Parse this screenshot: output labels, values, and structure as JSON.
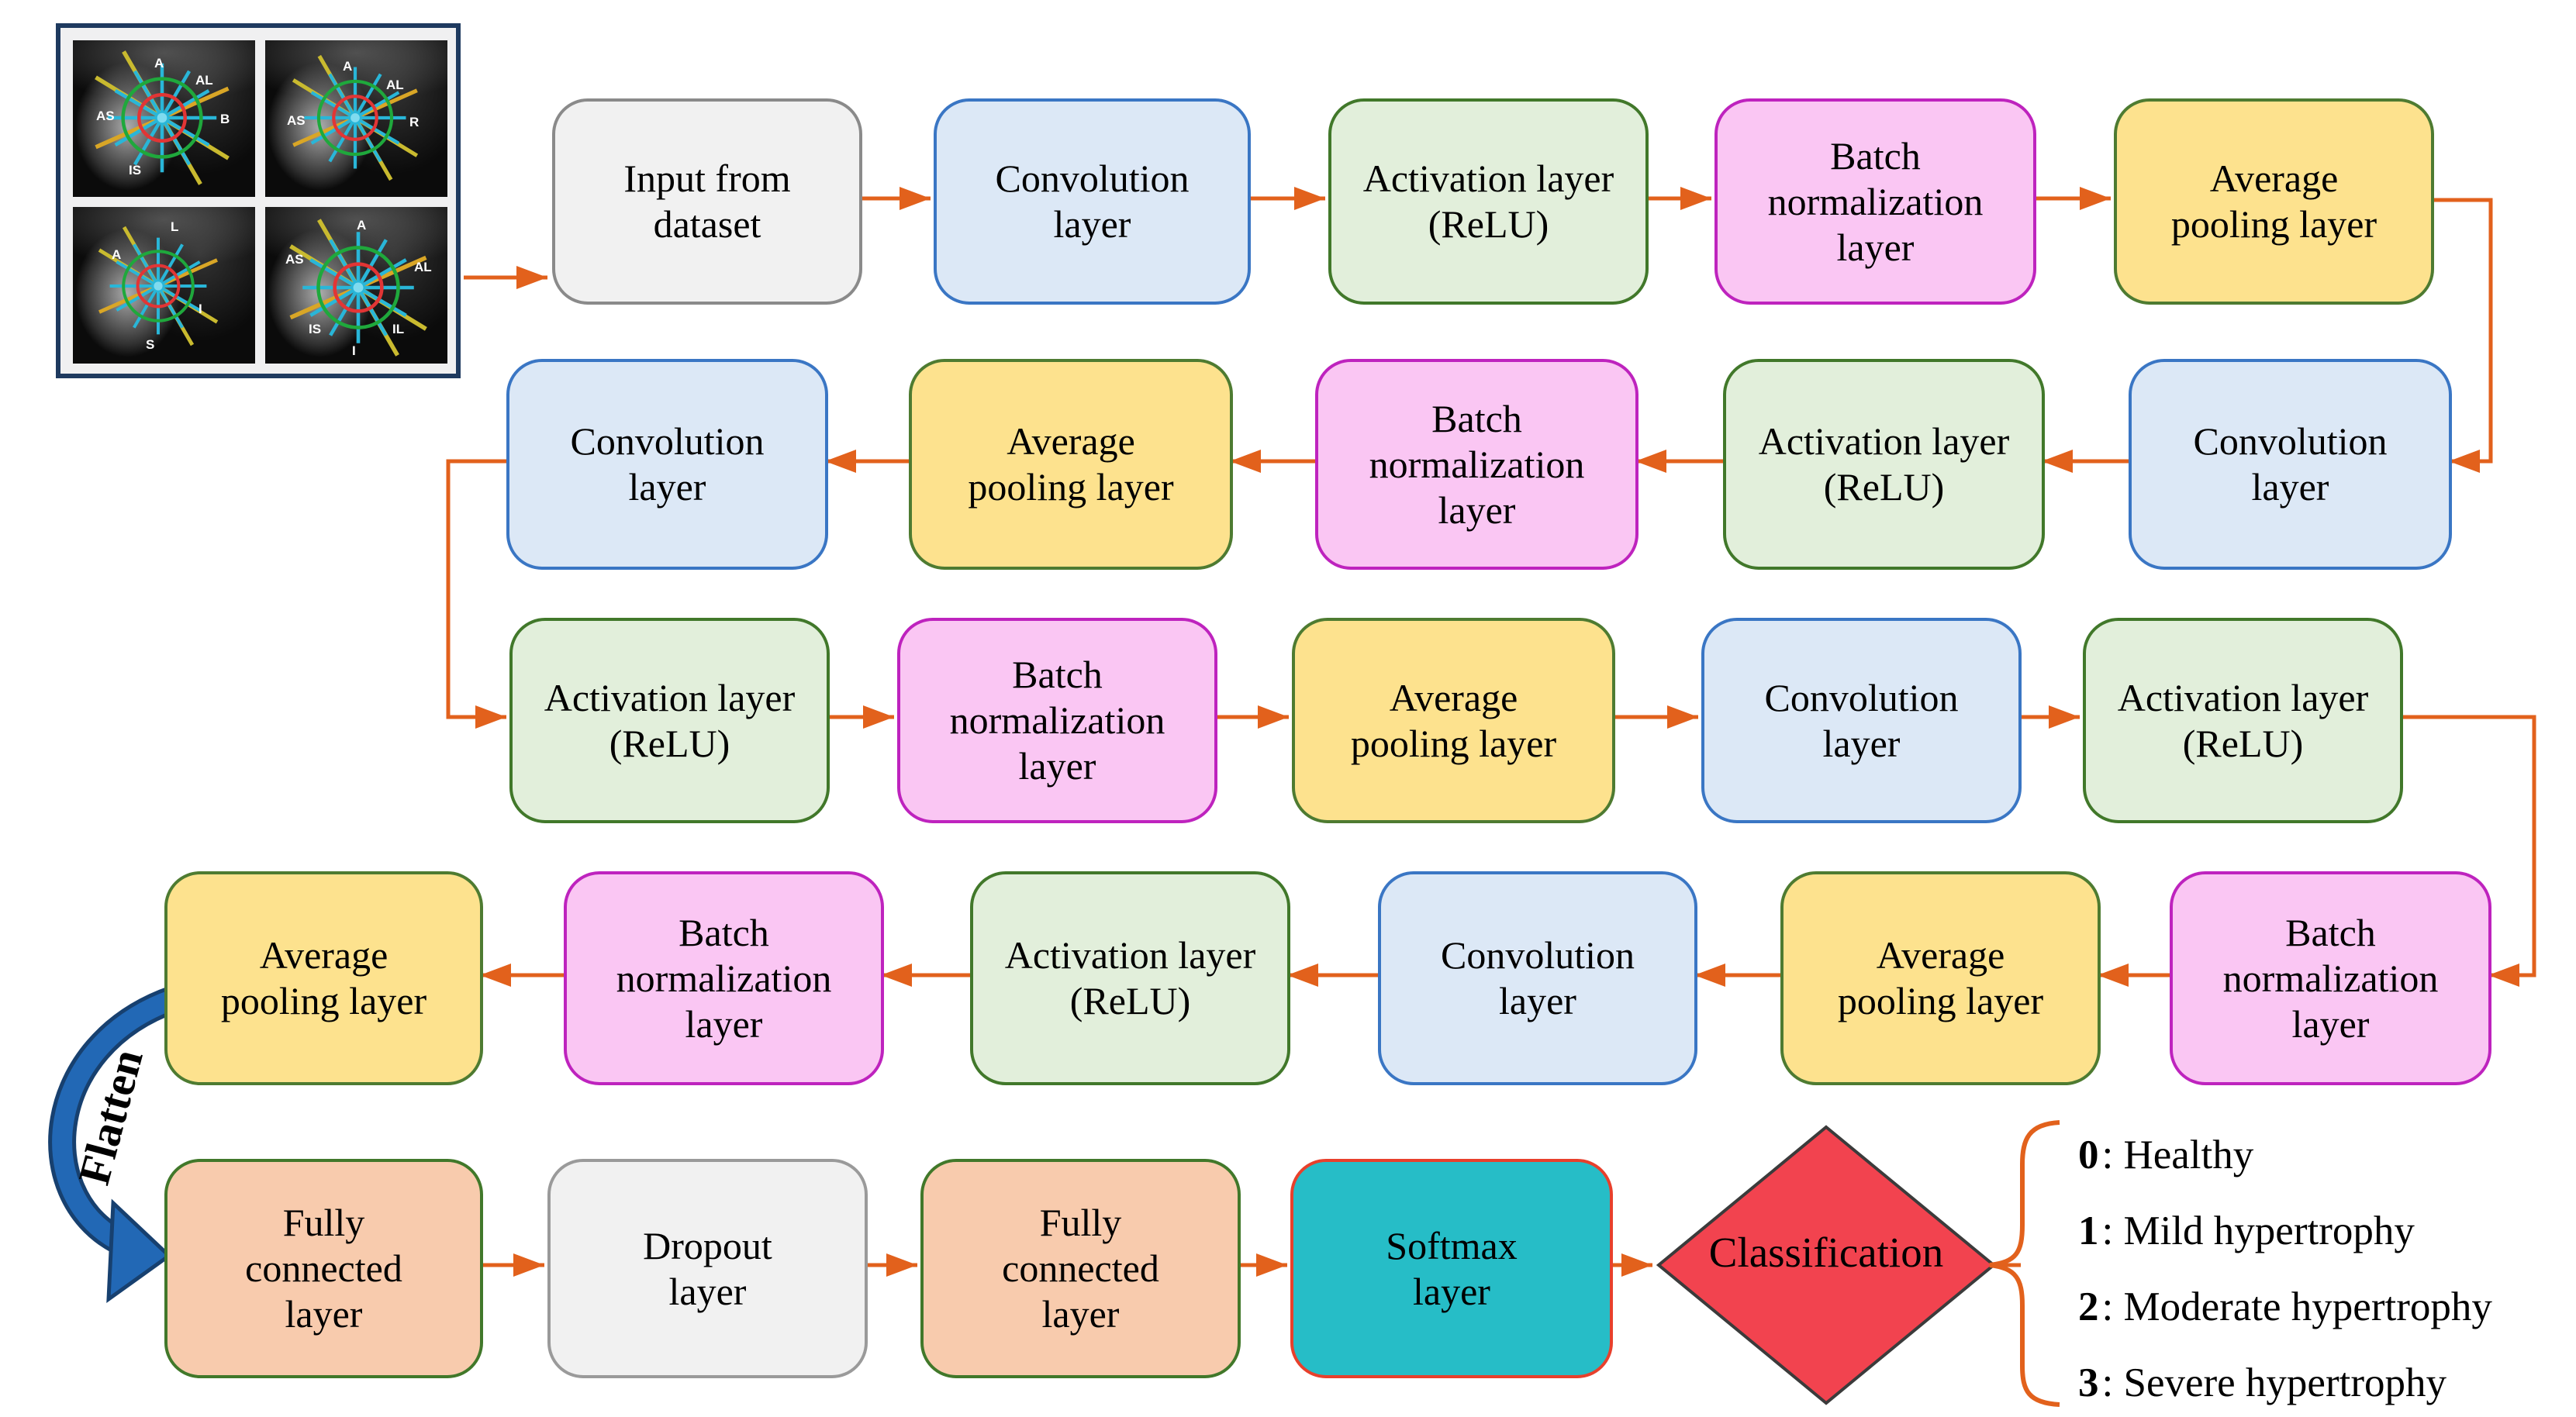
{
  "palette": {
    "arrow_orange": "#E2611C",
    "flatten_blue": "#2268B5",
    "flatten_outline": "#17406F",
    "input_grey_fill": "#F1F1F1",
    "conv_blue_fill": "#DCE8F6",
    "conv_blue_border": "#3A76C4",
    "act_green_fill": "#E2EFDB",
    "act_green_border": "#41782A",
    "bn_pink_fill": "#FAC6F3",
    "bn_pink_border": "#BE23BE",
    "pool_yellow_fill": "#FDE28E",
    "pool_yellow_border": "#4E7B31",
    "fc_peach_fill": "#F8CBAD",
    "softmax_teal_fill": "#26BDC7",
    "softmax_border_red": "#E8402C",
    "diamond_red_fill": "#F2434F",
    "mri_frame_border": "#1E3A5F"
  },
  "input_panel": {
    "panels": [
      {
        "letters": [
          "A",
          "AL",
          "AS",
          "B",
          "IS"
        ]
      },
      {
        "letters": [
          "A",
          "AL",
          "AS",
          "R"
        ]
      },
      {
        "letters": [
          "L",
          "A",
          "I",
          "S"
        ]
      },
      {
        "letters": [
          "A",
          "AS",
          "AL",
          "IS",
          "IL",
          "I"
        ]
      }
    ]
  },
  "flow": {
    "rows": [
      {
        "boxes": [
          {
            "label": "Input from dataset"
          },
          {
            "label": "Convolution layer"
          },
          {
            "label": "Activation layer (ReLU)"
          },
          {
            "label": "Batch normalization layer"
          },
          {
            "label": "Average pooling layer"
          }
        ]
      },
      {
        "boxes": [
          {
            "label": "Convolution layer"
          },
          {
            "label": "Average pooling layer"
          },
          {
            "label": "Batch normalization layer"
          },
          {
            "label": "Activation layer (ReLU)"
          },
          {
            "label": "Convolution layer"
          }
        ]
      },
      {
        "boxes": [
          {
            "label": "Activation layer (ReLU)"
          },
          {
            "label": "Batch normalization layer"
          },
          {
            "label": "Average pooling layer"
          },
          {
            "label": "Convolution layer"
          },
          {
            "label": "Activation layer (ReLU)"
          }
        ]
      },
      {
        "boxes": [
          {
            "label": "Average pooling layer"
          },
          {
            "label": "Batch normalization layer"
          },
          {
            "label": "Activation layer (ReLU)"
          },
          {
            "label": "Convolution layer"
          },
          {
            "label": "Average pooling layer"
          },
          {
            "label": "Batch normalization layer"
          }
        ]
      },
      {
        "boxes": [
          {
            "label": "Fully connected layer"
          },
          {
            "label": "Dropout layer"
          },
          {
            "label": "Fully connected layer"
          },
          {
            "label": "Softmax layer"
          }
        ]
      }
    ]
  },
  "flatten_label": "Flatten",
  "classification": {
    "label": "Classification"
  },
  "legend": {
    "items": [
      {
        "key": "0",
        "text": ": Healthy"
      },
      {
        "key": "1",
        "text": ": Mild hypertrophy"
      },
      {
        "key": "2",
        "text": ": Moderate hypertrophy"
      },
      {
        "key": "3",
        "text": ": Severe hypertrophy"
      }
    ]
  }
}
